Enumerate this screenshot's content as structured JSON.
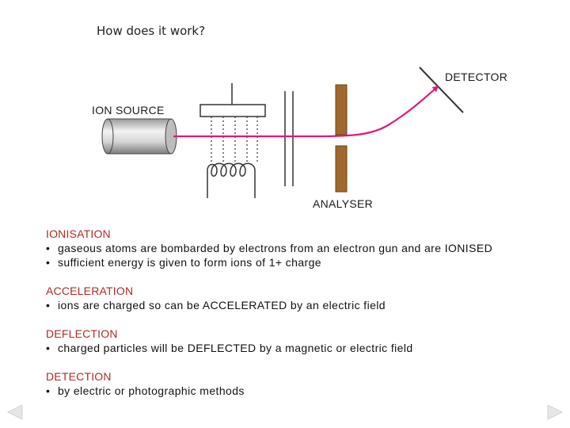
{
  "slide": {
    "title": "How does it work?"
  },
  "diagram": {
    "labels": {
      "detector": "DETECTOR",
      "ion_source": "ION SOURCE",
      "analyser": "ANALYSER"
    },
    "colors": {
      "ion_beam": "#e2187a",
      "analyser_plates": "#a0692b",
      "lines": "#444444"
    }
  },
  "sections": [
    {
      "heading": "IONISATION",
      "bullets": [
        "gaseous atoms are bombarded by electrons from an electron gun and are IONISED",
        "sufficient energy is given to form ions of 1+ charge"
      ]
    },
    {
      "heading": "ACCELERATION",
      "bullets": [
        "ions are charged so can be ACCELERATED by an electric field"
      ]
    },
    {
      "heading": "DEFLECTION",
      "bullets": [
        "charged particles will be DEFLECTED by a magnetic or electric field"
      ]
    },
    {
      "heading": "DETECTION",
      "bullets": [
        "by electric or photographic methods"
      ]
    }
  ],
  "navigation": {
    "prev_icon": "triangle-left-icon",
    "next_icon": "triangle-right-icon",
    "color": "#e6e6e6"
  }
}
